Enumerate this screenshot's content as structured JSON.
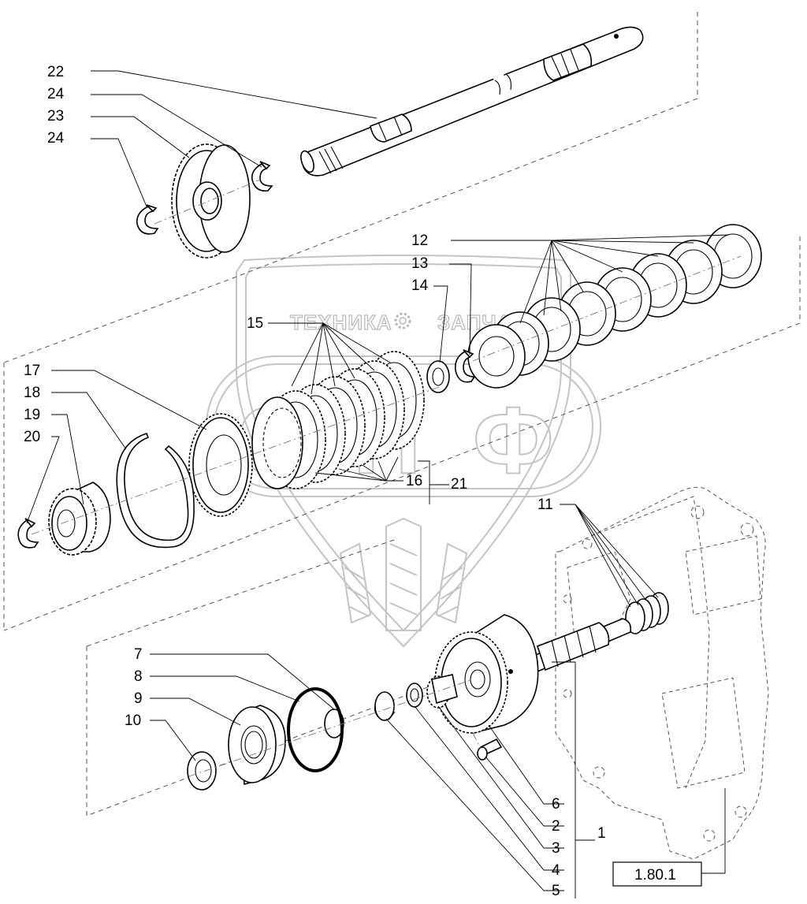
{
  "watermark": {
    "left_text": "ТЕХНИКА",
    "right_text": "ЗАПЧАСТИ",
    "gear_icon": "gear-icon",
    "letter_left": "С",
    "letter_mid": "П",
    "letter_right": "Ф"
  },
  "callouts": [
    {
      "id": "22",
      "text": "22"
    },
    {
      "id": "24a",
      "text": "24"
    },
    {
      "id": "23",
      "text": "23"
    },
    {
      "id": "24b",
      "text": "24"
    },
    {
      "id": "12",
      "text": "12"
    },
    {
      "id": "13",
      "text": "13"
    },
    {
      "id": "14",
      "text": "14"
    },
    {
      "id": "15",
      "text": "15"
    },
    {
      "id": "17",
      "text": "17"
    },
    {
      "id": "18",
      "text": "18"
    },
    {
      "id": "19",
      "text": "19"
    },
    {
      "id": "20",
      "text": "20"
    },
    {
      "id": "16",
      "text": "16"
    },
    {
      "id": "21",
      "text": "21"
    },
    {
      "id": "11",
      "text": "11"
    },
    {
      "id": "7",
      "text": "7"
    },
    {
      "id": "8",
      "text": "8"
    },
    {
      "id": "9",
      "text": "9"
    },
    {
      "id": "10",
      "text": "10"
    },
    {
      "id": "6",
      "text": "6"
    },
    {
      "id": "2",
      "text": "2"
    },
    {
      "id": "1",
      "text": "1"
    },
    {
      "id": "3",
      "text": "3"
    },
    {
      "id": "4",
      "text": "4"
    },
    {
      "id": "5",
      "text": "5"
    }
  ],
  "reference": {
    "text": "1.80.1"
  }
}
